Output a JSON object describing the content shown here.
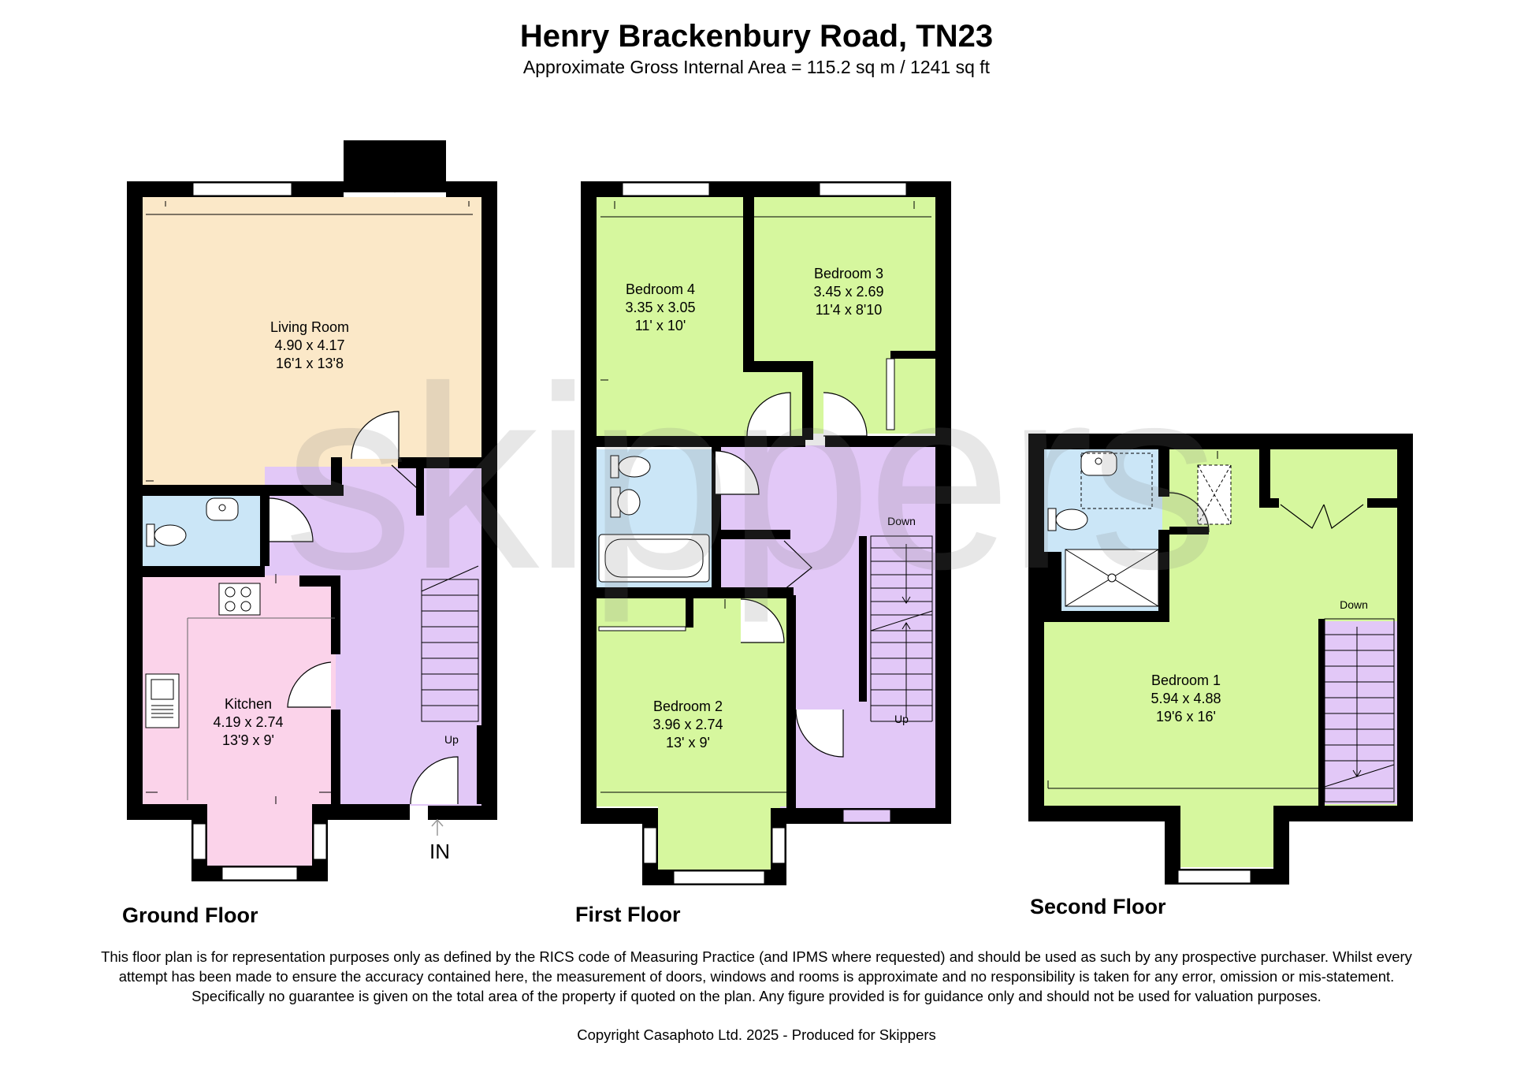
{
  "header": {
    "title": "Henry Brackenbury Road, TN23",
    "subtitle": "Approximate Gross Internal Area = 115.2 sq m / 1241 sq ft"
  },
  "watermark": "skippers",
  "colors": {
    "wall": "#000000",
    "living": "#fbe8c8",
    "bedroom": "#d6f79e",
    "bathroom": "#cbe6f7",
    "hall": "#e2c8f7",
    "kitchen": "#fbd3ea",
    "window": "#ffffff"
  },
  "floors": {
    "ground": {
      "label": "Ground Floor",
      "rooms": {
        "living": {
          "name": "Living Room",
          "metric": "4.90 x 4.17",
          "imperial": "16'1 x 13'8"
        },
        "kitchen": {
          "name": "Kitchen",
          "metric": "4.19 x 2.74",
          "imperial": "13'9 x 9'"
        }
      },
      "stairs_label": "Up",
      "entrance_label": "IN"
    },
    "first": {
      "label": "First Floor",
      "rooms": {
        "bedroom4": {
          "name": "Bedroom 4",
          "metric": "3.35 x 3.05",
          "imperial": "11' x 10'"
        },
        "bedroom3": {
          "name": "Bedroom 3",
          "metric": "3.45 x 2.69",
          "imperial": "11'4 x 8'10"
        },
        "bedroom2": {
          "name": "Bedroom 2",
          "metric": "3.96 x 2.74",
          "imperial": "13' x 9'"
        }
      },
      "stairs_down_label": "Down",
      "stairs_up_label": "Up"
    },
    "second": {
      "label": "Second Floor",
      "rooms": {
        "bedroom1": {
          "name": "Bedroom 1",
          "metric": "5.94 x 4.88",
          "imperial": "19'6 x 16'"
        }
      },
      "stairs_label": "Down"
    }
  },
  "footer": {
    "disclaimer": "This floor plan is for representation purposes only as defined by the RICS code of Measuring Practice (and IPMS where requested) and should be used as such by any prospective purchaser. Whilst every attempt has been made to ensure the accuracy contained here, the measurement of doors, windows and rooms is approximate and no responsibility is taken for any error, omission or mis-statement. Specifically no guarantee is given on the total area of the property if quoted on the plan. Any figure provided is for guidance only and should not be used for valuation purposes.",
    "copyright": "Copyright Casaphoto Ltd. 2025 - Produced for Skippers"
  }
}
